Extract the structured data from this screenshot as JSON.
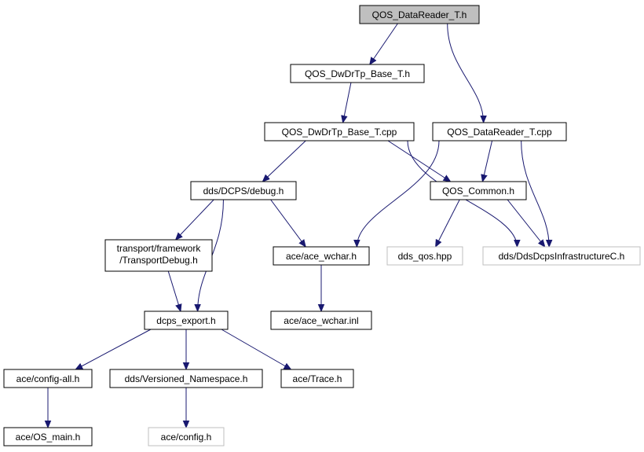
{
  "nodes": {
    "root": {
      "label": "QOS_DataReader_T.h",
      "style": "root"
    },
    "dwdr_h": {
      "label": "QOS_DwDrTp_Base_T.h",
      "style": "normal"
    },
    "dwdr_cpp": {
      "label": "QOS_DwDrTp_Base_T.cpp",
      "style": "normal"
    },
    "dr_cpp": {
      "label": "QOS_DataReader_T.cpp",
      "style": "normal"
    },
    "debug_h": {
      "label": "dds/DCPS/debug.h",
      "style": "normal"
    },
    "common_h": {
      "label": "QOS_Common.h",
      "style": "normal"
    },
    "tdebug_h": {
      "label_line1": "transport/framework",
      "label_line2": "/TransportDebug.h",
      "style": "normal"
    },
    "wchar_h": {
      "label": "ace/ace_wchar.h",
      "style": "normal"
    },
    "dds_qos": {
      "label": "dds_qos.hpp",
      "style": "external"
    },
    "infra_h": {
      "label": "dds/DdsDcpsInfrastructureC.h",
      "style": "external"
    },
    "export_h": {
      "label": "dcps_export.h",
      "style": "normal"
    },
    "wchar_inl": {
      "label": "ace/ace_wchar.inl",
      "style": "normal"
    },
    "configall_h": {
      "label": "ace/config-all.h",
      "style": "normal"
    },
    "vns_h": {
      "label": "dds/Versioned_Namespace.h",
      "style": "normal"
    },
    "trace_h": {
      "label": "ace/Trace.h",
      "style": "normal"
    },
    "osmain_h": {
      "label": "ace/OS_main.h",
      "style": "normal"
    },
    "config_h": {
      "label": "ace/config.h",
      "style": "external"
    }
  },
  "edges": [
    {
      "from": "root",
      "to": "dwdr_h"
    },
    {
      "from": "root",
      "to": "dr_cpp"
    },
    {
      "from": "dwdr_h",
      "to": "dwdr_cpp"
    },
    {
      "from": "dwdr_cpp",
      "to": "debug_h"
    },
    {
      "from": "dwdr_cpp",
      "to": "common_h"
    },
    {
      "from": "dwdr_cpp",
      "to": "infra_h"
    },
    {
      "from": "dr_cpp",
      "to": "common_h"
    },
    {
      "from": "dr_cpp",
      "to": "wchar_h"
    },
    {
      "from": "dr_cpp",
      "to": "infra_h"
    },
    {
      "from": "debug_h",
      "to": "tdebug_h"
    },
    {
      "from": "debug_h",
      "to": "wchar_h"
    },
    {
      "from": "debug_h",
      "to": "export_h"
    },
    {
      "from": "common_h",
      "to": "dds_qos"
    },
    {
      "from": "common_h",
      "to": "infra_h"
    },
    {
      "from": "tdebug_h",
      "to": "export_h"
    },
    {
      "from": "wchar_h",
      "to": "wchar_inl"
    },
    {
      "from": "export_h",
      "to": "configall_h"
    },
    {
      "from": "export_h",
      "to": "vns_h"
    },
    {
      "from": "export_h",
      "to": "trace_h"
    },
    {
      "from": "configall_h",
      "to": "osmain_h"
    },
    {
      "from": "vns_h",
      "to": "config_h"
    }
  ],
  "colors": {
    "edge": "#191970",
    "root_fill": "#bfbfbf",
    "node_border": "#000000",
    "external_border": "#bfbfbf"
  }
}
